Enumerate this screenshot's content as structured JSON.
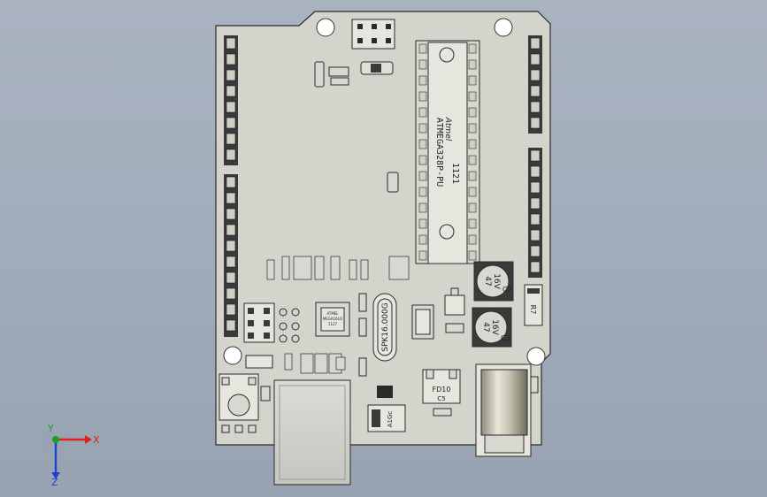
{
  "viewport": {
    "background_top": "#a9b3c0",
    "background_bottom": "#98a3b2"
  },
  "board": {
    "pcb_color": "#d4d4cc",
    "chip_marking": {
      "brand": "Atmel",
      "part": "ATMEGA328P-PU",
      "date_code": "1121"
    },
    "crystal_label": "SPK16.000G",
    "capacitors": [
      {
        "value": "47",
        "voltage": "16V",
        "ref": "C2"
      },
      {
        "value": "47",
        "voltage": "16V",
        "ref": "C3"
      }
    ],
    "resistor_label": "R7",
    "diode_label": "FD10",
    "diode_ref": "C5",
    "regulator_label": "A1Gc",
    "usb_chip_text": [
      "ATMEL",
      "MEGA16U2",
      "1127"
    ]
  },
  "triad": {
    "x_label": "X",
    "y_label": "Y",
    "z_label": "Z",
    "x_color": "#e02020",
    "y_color": "#20a020",
    "z_color": "#2040d0"
  }
}
